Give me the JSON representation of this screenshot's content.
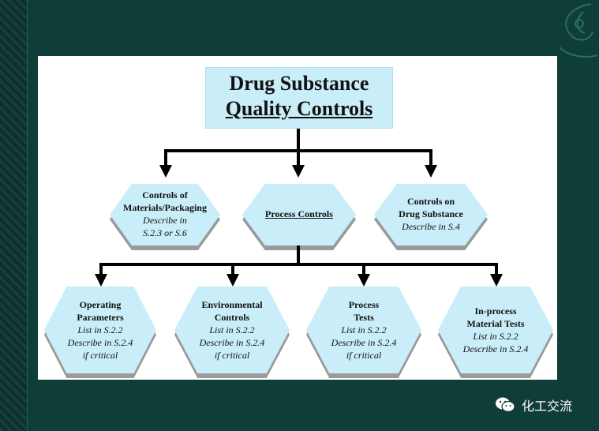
{
  "title": {
    "line1": "Drug Substance",
    "line2": "Quality Controls"
  },
  "level1": [
    {
      "lines": [
        "Controls of",
        "Materials/Packaging"
      ],
      "italic": [
        "Describe in",
        "S.2.3 or S.6"
      ]
    },
    {
      "lines": [
        "Process Controls"
      ],
      "italic": []
    },
    {
      "lines": [
        "Controls on",
        "Drug Substance"
      ],
      "italic": [
        "Describe in S.4"
      ]
    }
  ],
  "level2": [
    {
      "lines": [
        "Operating",
        "Parameters"
      ],
      "italic": [
        "List in S.2.2",
        "Describe in S.2.4",
        "if critical"
      ]
    },
    {
      "lines": [
        "Environmental",
        "Controls"
      ],
      "italic": [
        "List in S.2.2",
        "Describe in S.2.4",
        "if critical"
      ]
    },
    {
      "lines": [
        "Process",
        "Tests"
      ],
      "italic": [
        "List in S.2.2",
        "Describe in S.2.4",
        "if critical"
      ]
    },
    {
      "lines": [
        "In-process",
        "Material Tests"
      ],
      "italic": [
        "List in S.2.2",
        "Describe in S.2.4"
      ]
    }
  ],
  "watermark": {
    "text": "化工交流",
    "icon": "wechat-icon"
  },
  "colors": {
    "background": "#0f3d37",
    "node_fill": "#c9eef9",
    "node_shadow": "#9a9a9a",
    "slide": "#ffffff"
  }
}
